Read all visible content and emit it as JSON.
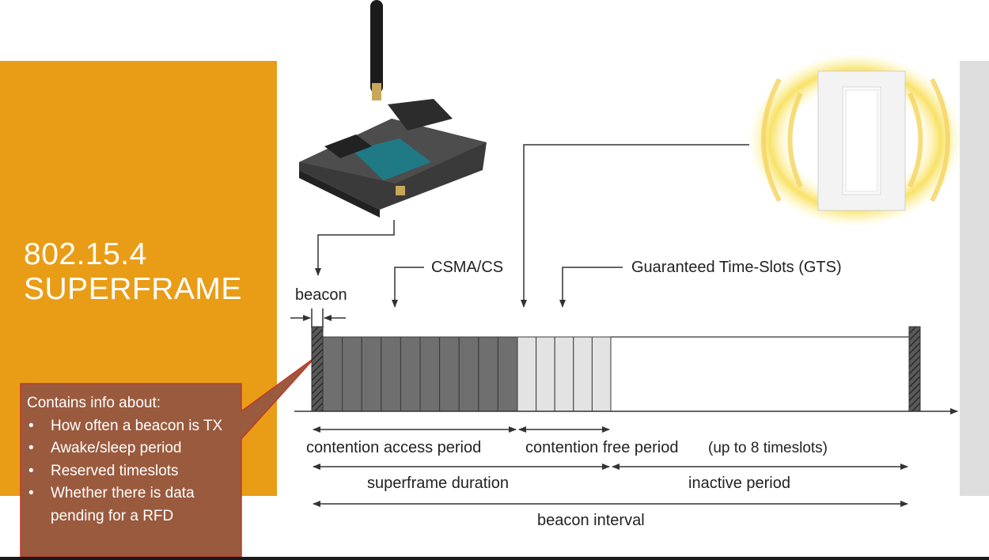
{
  "slide": {
    "title_line1": "802.15.4",
    "title_line2": "SUPERFRAME"
  },
  "callout": {
    "heading": "Contains info about:",
    "items": [
      "How often a beacon is TX",
      "Awake/sleep period",
      "Reserved timeslots",
      "Whether there is data pending for a RFD"
    ]
  },
  "diagram": {
    "beacon_label": "beacon",
    "csma_label": "CSMA/CS",
    "gts_label": "Guaranteed Time-Slots (GTS)",
    "cap_label": "contention access period",
    "cfp_label": "contention free period",
    "cfp_note": "(up to 8 timeslots)",
    "superframe_label": "superframe duration",
    "inactive_label": "inactive period",
    "interval_label": "beacon interval",
    "cap_slots": 10,
    "cfp_slots": 5
  },
  "colors": {
    "orange": "#e99d16",
    "callout_brown": "#9a5a3e",
    "cap_slot": "#6f6f6f",
    "cfp_slot": "#e3e3e3"
  }
}
